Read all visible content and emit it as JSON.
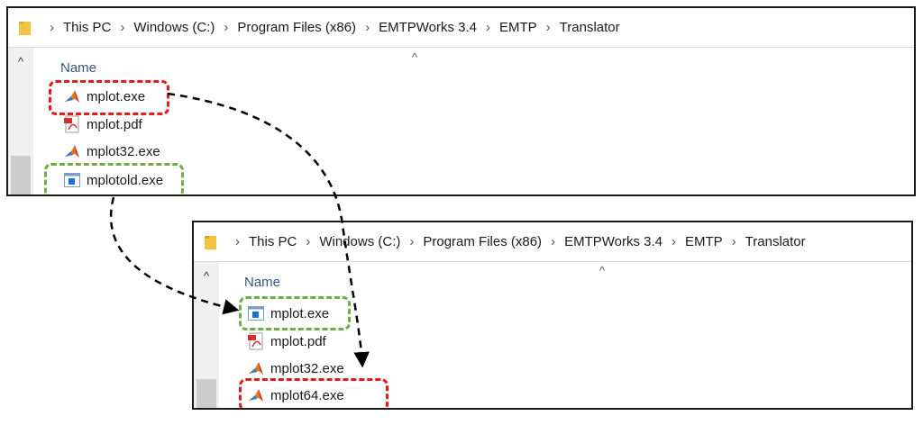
{
  "breadcrumb": [
    "This PC",
    "Windows (C:)",
    "Program Files (x86)",
    "EMTPWorks 3.4",
    "EMTP",
    "Translator"
  ],
  "before": {
    "column_header": "Name",
    "files": [
      {
        "name": "mplot.exe",
        "icon": "matlab-icon"
      },
      {
        "name": "mplot.pdf",
        "icon": "pdf-icon"
      },
      {
        "name": "mplot32.exe",
        "icon": "matlab-icon"
      },
      {
        "name": "mplotold.exe",
        "icon": "app-window-icon"
      }
    ]
  },
  "after": {
    "column_header": "Name",
    "files": [
      {
        "name": "mplot.exe",
        "icon": "app-window-icon"
      },
      {
        "name": "mplot.pdf",
        "icon": "pdf-icon"
      },
      {
        "name": "mplot32.exe",
        "icon": "matlab-icon"
      },
      {
        "name": "mplot64.exe",
        "icon": "matlab-icon"
      }
    ]
  },
  "colors": {
    "red_highlight": "#e21b1b",
    "green_highlight": "#70ad47",
    "arrow": "#000000"
  }
}
